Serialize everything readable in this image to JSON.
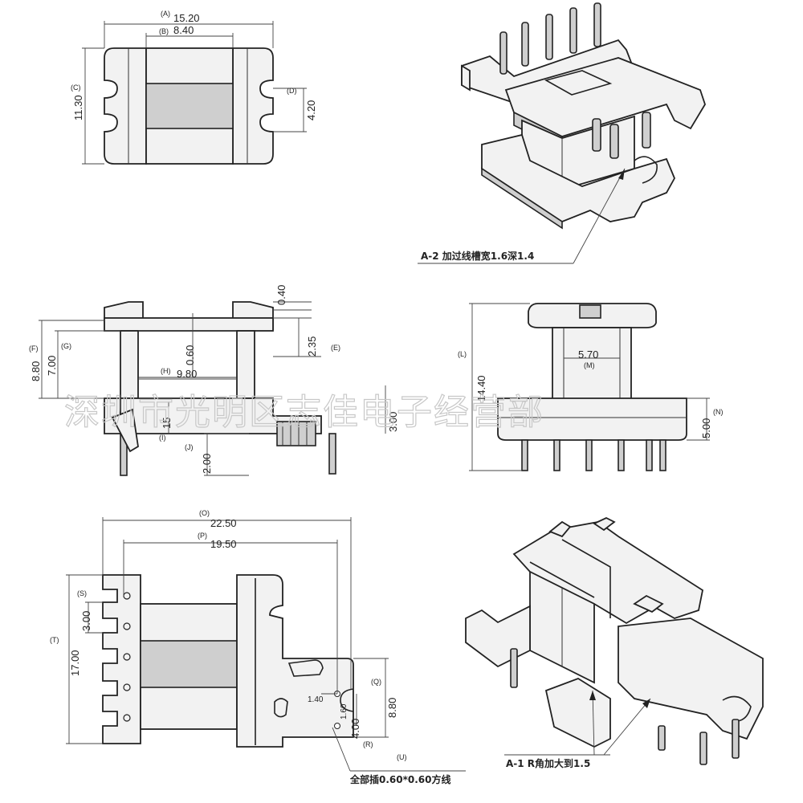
{
  "dims": {
    "A": {
      "letter": "(A)",
      "value": "15.20"
    },
    "B": {
      "letter": "(B)",
      "value": "8.40"
    },
    "C": {
      "letter": "(C)",
      "value": "11.30"
    },
    "D": {
      "letter": "(D)",
      "value": "4.20"
    },
    "top_040": {
      "value": "0.40"
    },
    "E": {
      "letter": "(E)",
      "value": "2.35"
    },
    "F": {
      "letter": "(F)",
      "value": "8.80"
    },
    "G": {
      "letter": "(G)",
      "value": "7.00"
    },
    "v060": {
      "value": "0.60"
    },
    "H": {
      "letter": "(H)",
      "value": "9.80"
    },
    "I": {
      "letter": "(I)",
      "value": "15"
    },
    "J": {
      "letter": "(J)",
      "value": "2.00"
    },
    "K": {
      "value": "3.00"
    },
    "L": {
      "letter": "(L)",
      "value": "14.40"
    },
    "M": {
      "letter": "(M)",
      "value": "5.70"
    },
    "N": {
      "letter": "(N)",
      "value": "5.00"
    },
    "O": {
      "letter": "(O)",
      "value": "22.50"
    },
    "P": {
      "letter": "(P)",
      "value": "19.50"
    },
    "S": {
      "letter": "(S)",
      "value": "3.00"
    },
    "T": {
      "letter": "(T)",
      "value": "17.00"
    },
    "Q": {
      "letter": "(Q)",
      "value": "8.80"
    },
    "R": {
      "letter": "(R)"
    },
    "U": {
      "letter": "(U)"
    },
    "v140": {
      "value": "1.40"
    },
    "v160": {
      "value": "1.60"
    },
    "v400": {
      "value": "4.00"
    }
  },
  "notes": {
    "a2": "A-2   加过线槽宽1.6深1.4",
    "a1": "A-1  R角加大到1.5",
    "pins": "全部插0.60*0.60方线"
  },
  "watermark": "深圳市光明区志佳电子经营部"
}
